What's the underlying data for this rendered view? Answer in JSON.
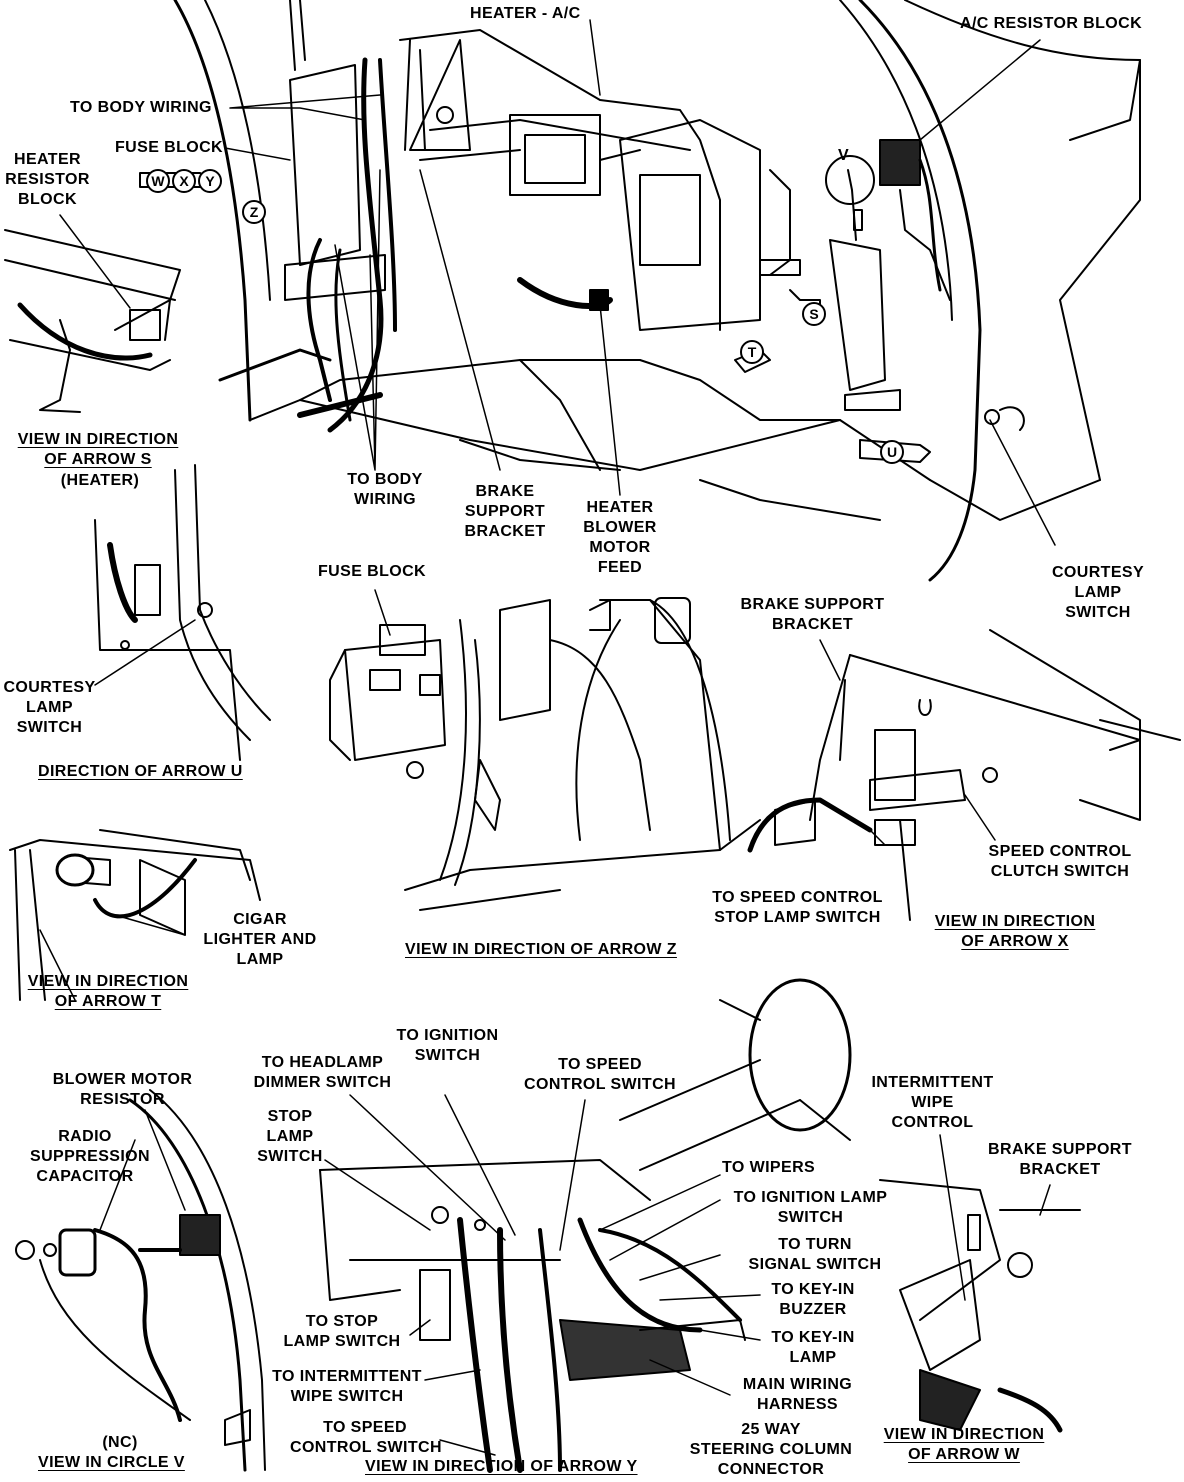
{
  "labels": {
    "heater_ac": "HEATER - A/C",
    "ac_resistor_block": "A/C RESISTOR BLOCK",
    "to_body_wiring_top": "TO BODY WIRING",
    "fuse_block_top": "FUSE BLOCK",
    "heater_resistor_block": "HEATER\nRESISTOR\nBLOCK",
    "view_arrow_s": "VIEW IN DIRECTION\nOF ARROW S",
    "heater_note": "(HEATER)",
    "to_body_wiring_mid": "TO BODY\nWIRING",
    "brake_support_bracket_mid": "BRAKE\nSUPPORT\nBRACKET",
    "heater_blower_motor_feed": "HEATER\nBLOWER\nMOTOR\nFEED",
    "courtesy_lamp_switch_right": "COURTESY\nLAMP\nSWITCH",
    "fuse_block_mid": "FUSE BLOCK",
    "brake_support_bracket_right": "BRAKE SUPPORT\nBRACKET",
    "courtesy_lamp_switch_left": "COURTESY\nLAMP\nSWITCH",
    "direction_arrow_u": "DIRECTION OF ARROW U",
    "speed_control_clutch_switch": "SPEED CONTROL\nCLUTCH SWITCH",
    "to_speed_control_stop_lamp_switch": "TO SPEED CONTROL\nSTOP LAMP SWITCH",
    "view_arrow_x": "VIEW IN DIRECTION\nOF ARROW X",
    "cigar_lighter_and_lamp": "CIGAR\nLIGHTER AND\nLAMP",
    "view_arrow_t": "VIEW IN DIRECTION\nOF ARROW T",
    "view_arrow_z": "VIEW IN DIRECTION OF ARROW Z",
    "to_ignition_switch": "TO IGNITION\nSWITCH",
    "to_headlamp_dimmer_switch": "TO HEADLAMP\nDIMMER SWITCH",
    "to_speed_control_switch_top": "TO SPEED\nCONTROL SWITCH",
    "blower_motor_resistor": "BLOWER MOTOR\nRESISTOR",
    "radio_suppression_capacitor": "RADIO\nSUPPRESSION\nCAPACITOR",
    "stop_lamp_switch": "STOP\nLAMP\nSWITCH",
    "intermittent_wipe_control": "INTERMITTENT\nWIPE\nCONTROL",
    "brake_support_bracket_bottom": "BRAKE SUPPORT\nBRACKET",
    "to_wipers": "TO WIPERS",
    "to_ignition_lamp_switch": "TO IGNITION LAMP\nSWITCH",
    "to_turn_signal_switch": "TO TURN\nSIGNAL SWITCH",
    "to_key_in_buzzer": "TO KEY-IN\nBUZZER",
    "to_key_in_lamp": "TO KEY-IN\nLAMP",
    "to_stop_lamp_switch": "TO STOP\nLAMP SWITCH",
    "to_intermittent_wipe_switch": "TO INTERMITTENT\nWIPE SWITCH",
    "main_wiring_harness": "MAIN WIRING\nHARNESS",
    "to_speed_control_switch_bottom": "TO SPEED\nCONTROL SWITCH",
    "twenty_five_way_connector": "25 WAY\nSTEERING COLUMN\nCONNECTOR",
    "nc_note": "(NC)",
    "view_circle_v": "VIEW IN CIRCLE V",
    "view_arrow_y": "VIEW IN DIRECTION OF ARROW Y",
    "view_arrow_w": "VIEW IN DIRECTION\nOF ARROW W"
  },
  "arrow_tags": {
    "w": "W",
    "x": "X",
    "y": "Y",
    "z": "Z",
    "s": "S",
    "t": "T",
    "u": "U",
    "v": "V"
  }
}
